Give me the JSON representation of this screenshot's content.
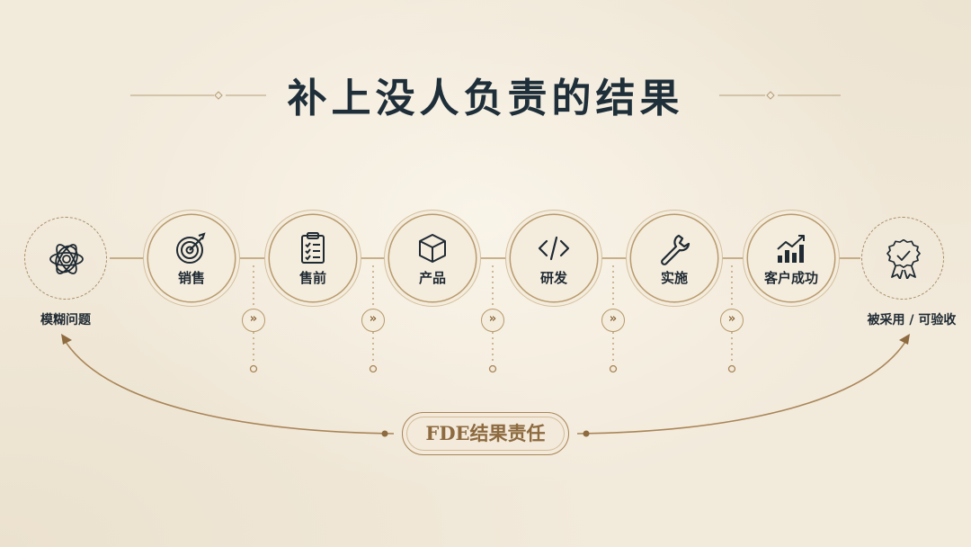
{
  "title": "补上没人负责的结果",
  "start": {
    "label": "模糊问题",
    "icon": "tangled-atom-icon"
  },
  "end": {
    "label": "被采用 / 可验收",
    "icon": "award-badge-check-icon"
  },
  "stages": [
    {
      "label": "销售",
      "icon": "target-arrow-icon"
    },
    {
      "label": "售前",
      "icon": "clipboard-checklist-icon"
    },
    {
      "label": "产品",
      "icon": "box-cube-icon"
    },
    {
      "label": "研发",
      "icon": "code-brackets-icon"
    },
    {
      "label": "实施",
      "icon": "wrench-icon"
    },
    {
      "label": "客户成功",
      "icon": "growth-bar-chart-icon"
    }
  ],
  "gap_marker": "»",
  "loop": {
    "label": "FDE结果责任"
  },
  "colors": {
    "background": "#f2eadb",
    "ink": "#1f2a33",
    "gold": "#a98558",
    "gold_text": "#8d6a3f"
  }
}
